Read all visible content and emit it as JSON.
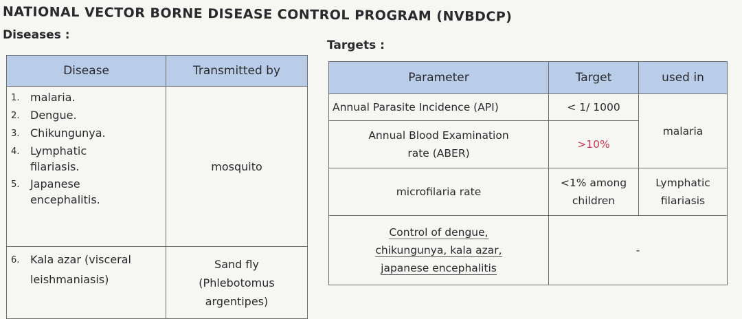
{
  "title": "NATIONAL VECTOR BORNE DISEASE CONTROL PROGRAM (NVBDCP)",
  "diseases_label": "Diseases :",
  "targets_label": "Targets :",
  "diseases_table": {
    "headers": [
      "Disease",
      "Transmitted by"
    ],
    "mosquito_group": {
      "items": [
        {
          "num": "1.",
          "name": "malaria."
        },
        {
          "num": "2.",
          "name": "Dengue."
        },
        {
          "num": "3.",
          "name": "Chikungunya."
        },
        {
          "num": "4.",
          "name": "Lymphatic filariasis."
        },
        {
          "num": "5.",
          "name": "Japanese encephalitis."
        }
      ],
      "vector": "mosquito"
    },
    "sandfly_group": {
      "items": [
        {
          "num": "6.",
          "name": "Kala azar (visceral leishmaniasis)"
        }
      ],
      "vector": "Sand fly (Phlebotomus argentipes)"
    }
  },
  "targets_table": {
    "headers": [
      "Parameter",
      "Target",
      "used in"
    ],
    "rows": [
      {
        "parameter": "Annual Parasite Incidence (API)",
        "target": "< 1/ 1000"
      },
      {
        "parameter": "Annual Blood Examination rate (ABER)",
        "target": ">10%"
      },
      {
        "parameter": "microfilaria rate",
        "target": "<1% among children",
        "used_in": "Lymphatic filariasis"
      },
      {
        "parameter": "Control of dengue, chikungunya, kala azar, japanese encephalitis",
        "target": "-"
      }
    ],
    "malaria_used_in": "malaria"
  }
}
